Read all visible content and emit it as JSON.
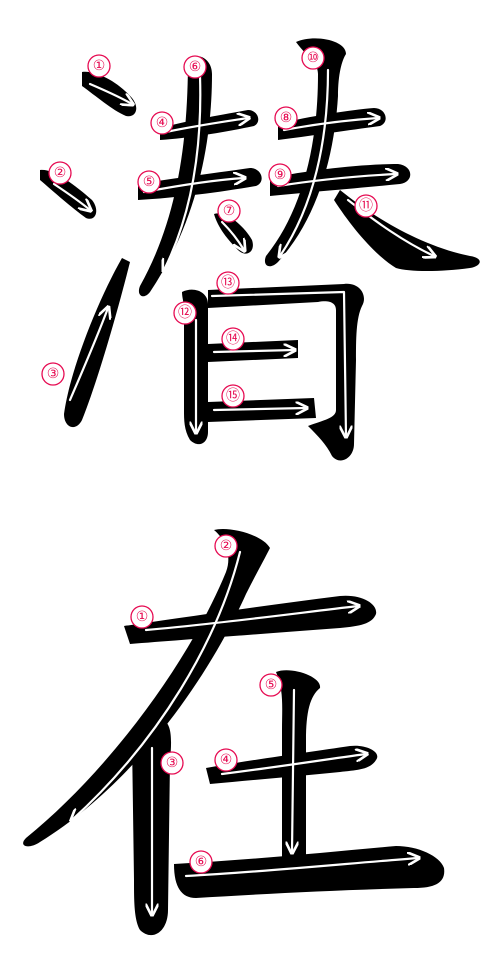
{
  "accent_color": "#e60b52",
  "ink_color": "#000000",
  "characters": [
    {
      "char": "潜",
      "stroke_count": 15,
      "labels": [
        "①",
        "②",
        "③",
        "④",
        "⑤",
        "⑥",
        "⑦",
        "⑧",
        "⑨",
        "⑩",
        "⑪",
        "⑫",
        "⑬",
        "⑭",
        "⑮"
      ]
    },
    {
      "char": "在",
      "stroke_count": 6,
      "labels": [
        "①",
        "②",
        "③",
        "④",
        "⑤",
        "⑥"
      ]
    }
  ]
}
